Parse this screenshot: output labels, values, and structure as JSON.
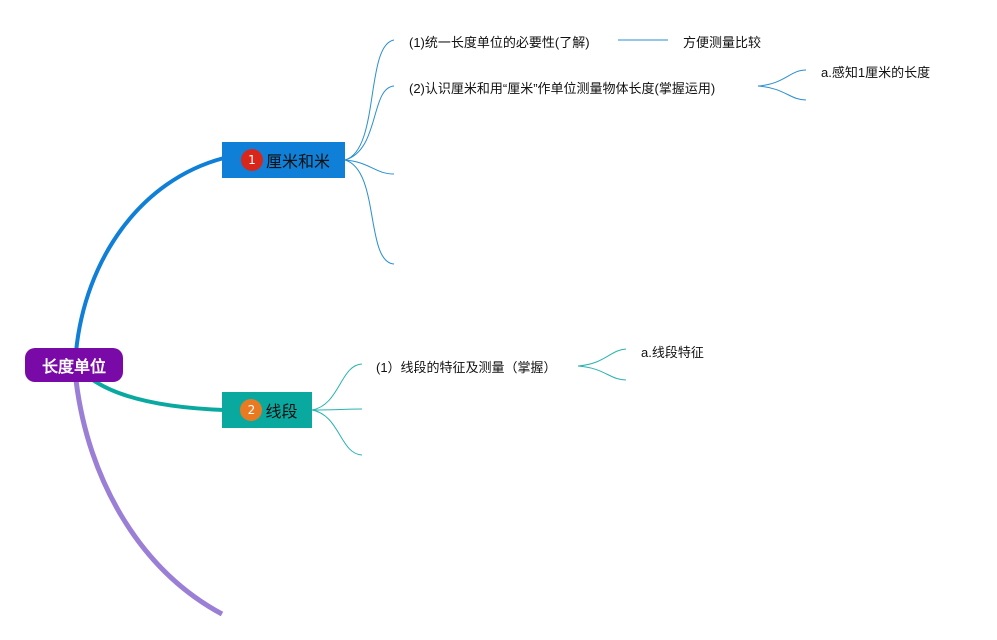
{
  "root": {
    "label": "长度单位",
    "color": "#7a0aa8"
  },
  "branches": [
    {
      "number": "1",
      "label": "厘米和米",
      "color": "#0f7fd7",
      "items": [
        {
          "text": "(1)统一长度单位的必要性(了解)",
          "child": "方便测量比较"
        },
        {
          "text": "(2)认识厘米和用“厘米”作单位测量物体长度(掌握运用)",
          "child": "a.感知1厘米的长度"
        }
      ]
    },
    {
      "number": "2",
      "label": "线段",
      "color": "#0aa9a0",
      "items": [
        {
          "text": "(1）线段的特征及测量（掌握）",
          "child": "a.线段特征"
        }
      ]
    }
  ],
  "third_branch_color": "#9b7fd6",
  "leaf_line_color": "#2a8ed0",
  "leaf_line_color_2": "#2ab3b0"
}
